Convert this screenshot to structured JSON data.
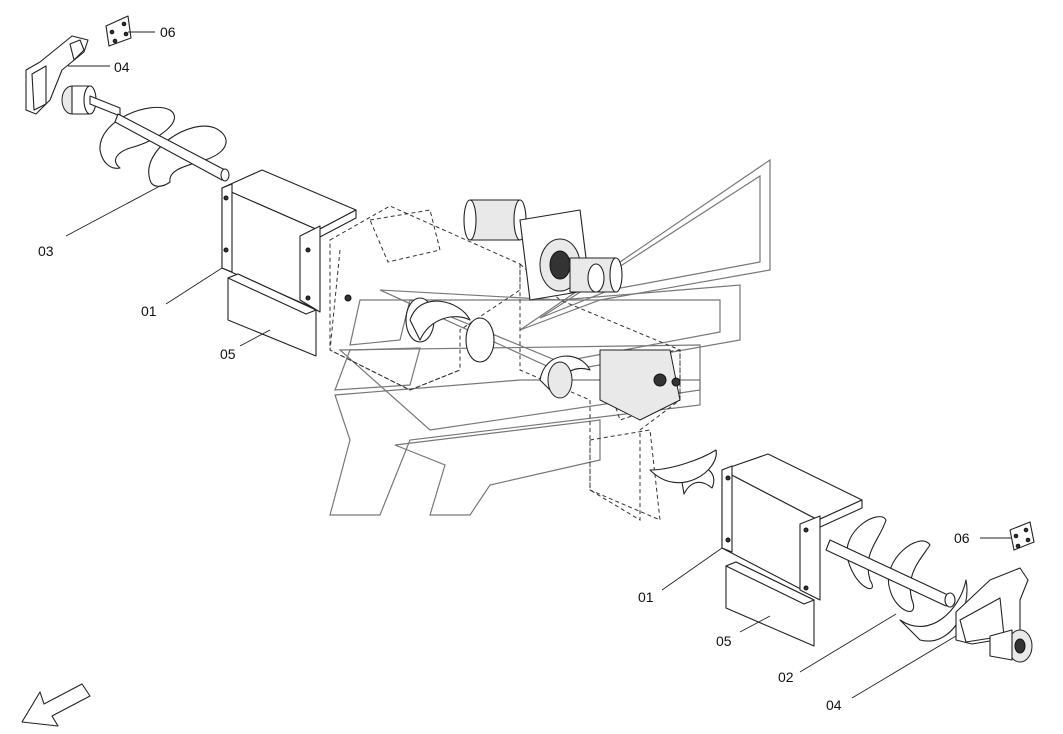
{
  "diagram": {
    "callouts": {
      "top_06": "06",
      "top_04": "04",
      "left_03": "03",
      "left_01": "01",
      "left_05": "05",
      "right_06": "06",
      "right_01": "01",
      "right_05": "05",
      "right_02": "02",
      "right_04": "04"
    },
    "icons": {
      "direction_arrow": "direction-arrow-icon",
      "watermark": "brand-watermark"
    }
  }
}
